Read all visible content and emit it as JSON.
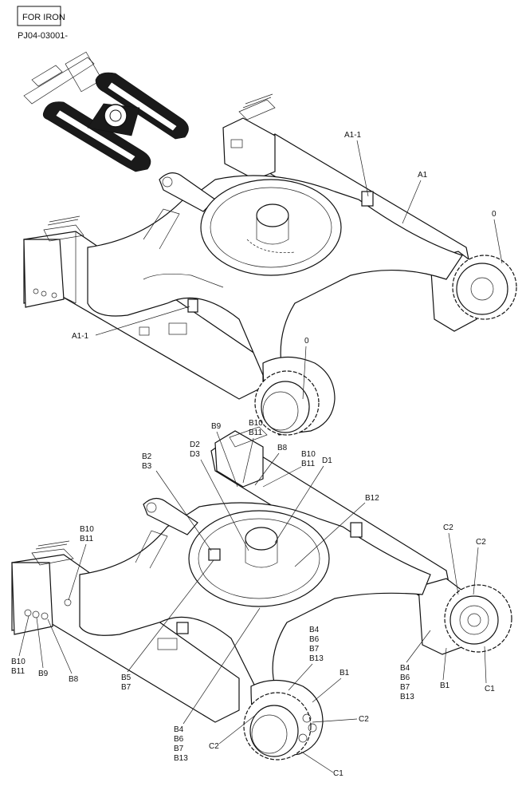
{
  "header": {
    "box_text": "FOR IRON",
    "doc_code": "PJ04-03001-"
  },
  "callouts_top": {
    "a1_1_upper": "A1-1",
    "a1": "A1",
    "zero_right": "0",
    "a1_1_lower": "A1-1",
    "zero_center": "0"
  },
  "callouts_bottom": {
    "b9_top": "B9",
    "b10_top": [
      "B10",
      "B11"
    ],
    "b8_top": "B8",
    "b10_right": [
      "B10",
      "B11"
    ],
    "b2": [
      "B2",
      "B3"
    ],
    "d2": [
      "D2",
      "D3"
    ],
    "d1": "D1",
    "b12": "B12",
    "c2_a": "C2",
    "c2_b": "C2",
    "b10_left": [
      "B10",
      "B11"
    ],
    "b10_bottom": [
      "B10",
      "B11"
    ],
    "b9_bottom": "B9",
    "b8_bottom": "B8",
    "b5": [
      "B5",
      "B7"
    ],
    "b4_mid": [
      "B4",
      "B6",
      "B7",
      "B13"
    ],
    "b1_mid": "B1",
    "b4_right": [
      "B4",
      "B6",
      "B7",
      "B13"
    ],
    "b1_right": "B1",
    "c1_right": "C1",
    "c2_bottom": "C2",
    "c2_left": "C2",
    "b4_bottom": [
      "B4",
      "B6",
      "B7",
      "B13"
    ],
    "c1_bottom": "C1"
  }
}
